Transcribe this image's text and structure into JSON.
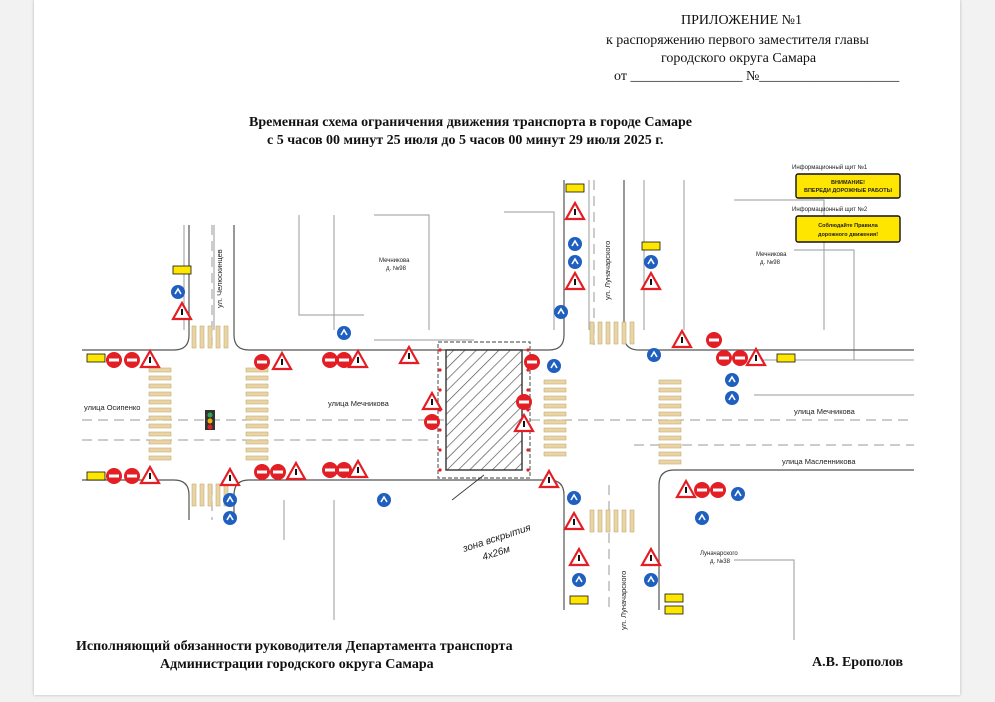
{
  "header": {
    "appendix": "ПРИЛОЖЕНИЕ №1",
    "line1": "к распоряжению первого заместителя главы",
    "line2": "городского округа Самара",
    "from_label": "от",
    "date_blank": "________________",
    "number_label": "№",
    "number_blank": "____________________"
  },
  "title": {
    "line1": "Временная схема ограничения движения транспорта в городе Самаре",
    "line2": "с 5 часов 00 минут 25 июля до 5 часов 00 минут 29 июля 2025 г."
  },
  "schema": {
    "info_board_1_caption": "Информационный щит №1",
    "info_board_1_text": [
      "ВНИМАНИЕ!",
      "ВПЕРЕДИ ДОРОЖНЫЕ РАБОТЫ"
    ],
    "info_board_2_caption": "Информационный щит №2",
    "info_board_2_text": [
      "Соблюдайте Правила",
      "дорожного движения!"
    ],
    "street_osipenko": "улица Осипенко",
    "street_mechnikova_left": "улица Мечникова",
    "street_mechnikova_right": "улица Мечникова",
    "street_maslennikova": "улица Масленникова",
    "street_lunacharskogo_top": "ул. Луначарского",
    "street_lunacharskogo_bottom": "ул. Луначарского",
    "street_chelyuskintsev": "ул. Челюскинцев",
    "work_zone": [
      "зона вскрытия",
      "4х26м"
    ],
    "building_top_left": [
      "Мечникова",
      "д. №98"
    ],
    "building_top_right": [
      "Мечникова",
      "д. №98"
    ],
    "building_bottom_right": [
      "Луначарского",
      "д. №38"
    ]
  },
  "footer": {
    "signer_line1": "Исполняющий обязанности руководителя Департамента транспорта",
    "signer_line2": "Администрации городского округа Самара",
    "name": "А.В. Ерополов"
  },
  "colors": {
    "sign_red": "#e31e24",
    "sign_blue": "#1f5fbf",
    "sign_yellow": "#ffe600",
    "crosswalk": "#e8d4a6",
    "road_line": "#9a9a9a"
  }
}
